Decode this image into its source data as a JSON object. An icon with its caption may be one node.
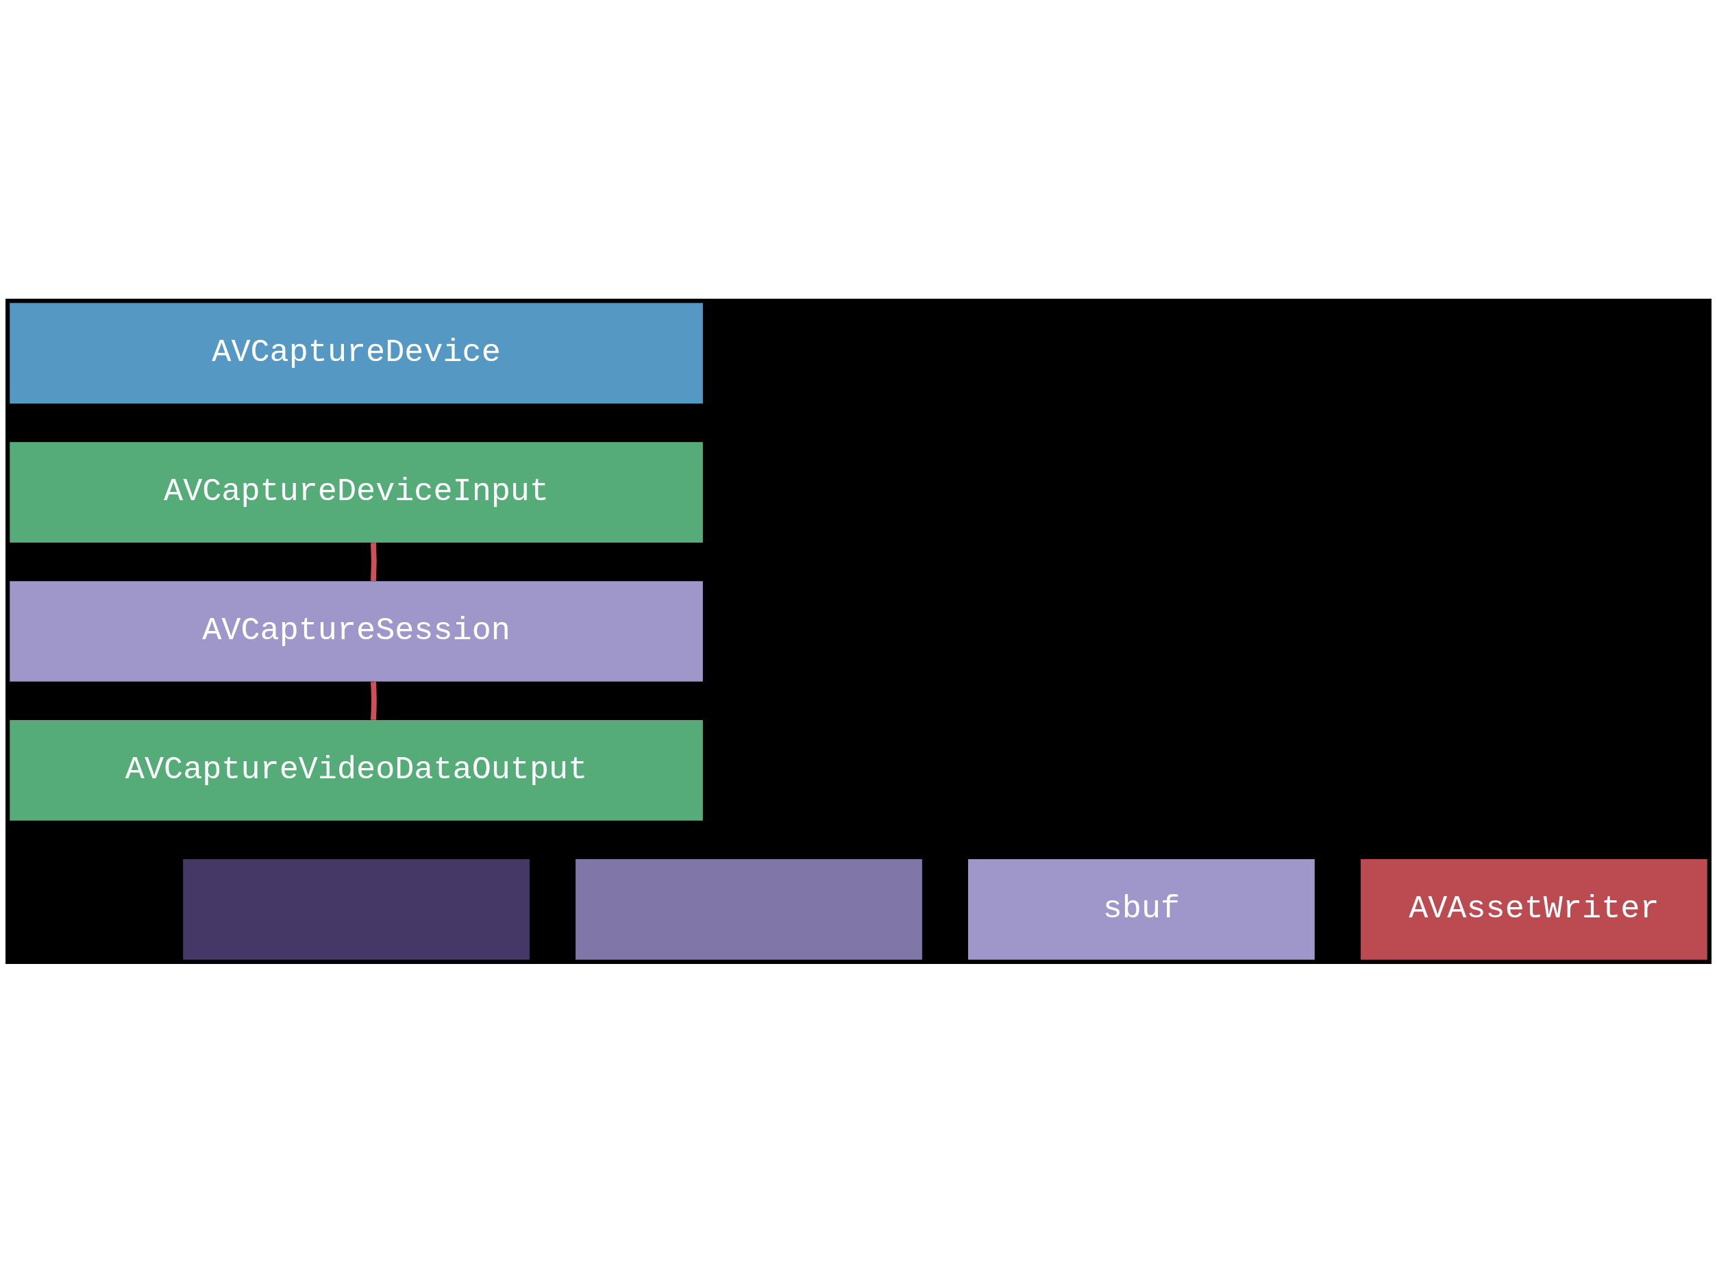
{
  "diagram": {
    "nodes": [
      {
        "text": [
          "AVCaptureDevice"
        ]
      },
      {
        "text": [
          "AVCaptureDeviceInput"
        ]
      },
      {
        "text": [
          "AVCaptureSession"
        ]
      },
      {
        "text": [
          "AVCaptureVideoDataOutput"
        ]
      },
      {
        "text": [],
        "shape": "box"
      },
      {
        "text": [],
        "shape": "box"
      },
      {
        "text": [
          "sbuf"
        ]
      },
      {
        "text": [
          "AVAssetWriter"
        ]
      }
    ],
    "edges": [
      {
        "from": 1,
        "to": 2,
        "arrow": "none"
      },
      {
        "from": 2,
        "to": 3,
        "arrow": "none"
      }
    ]
  }
}
